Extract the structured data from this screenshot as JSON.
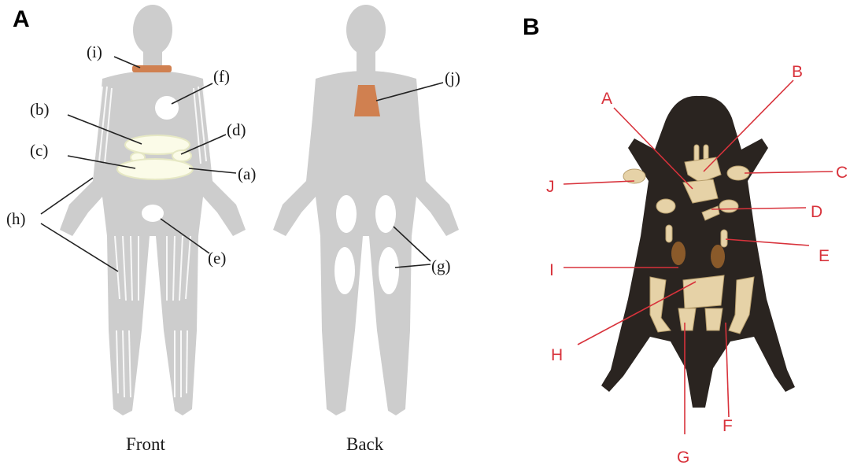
{
  "panel_a": {
    "letter": "A",
    "front_caption": "Front",
    "back_caption": "Back",
    "labels": {
      "a": "(a)",
      "b": "(b)",
      "c": "(c)",
      "d": "(d)",
      "e": "(e)",
      "f": "(f)",
      "g": "(g)",
      "h": "(h)",
      "i": "(i)",
      "j": "(j)"
    },
    "colors": {
      "body": "#cdcdcd",
      "brown_fat": "#d08050",
      "pale_fat": "#fbfbe8"
    }
  },
  "panel_b": {
    "letter": "B",
    "labels": {
      "A": "A",
      "B": "B",
      "C": "C",
      "D": "D",
      "E": "E",
      "F": "F",
      "G": "G",
      "H": "H",
      "I": "I",
      "J": "J"
    },
    "colors": {
      "board": "#2a2420",
      "label": "#d8323b",
      "tissue": "#e6d2a7"
    }
  }
}
